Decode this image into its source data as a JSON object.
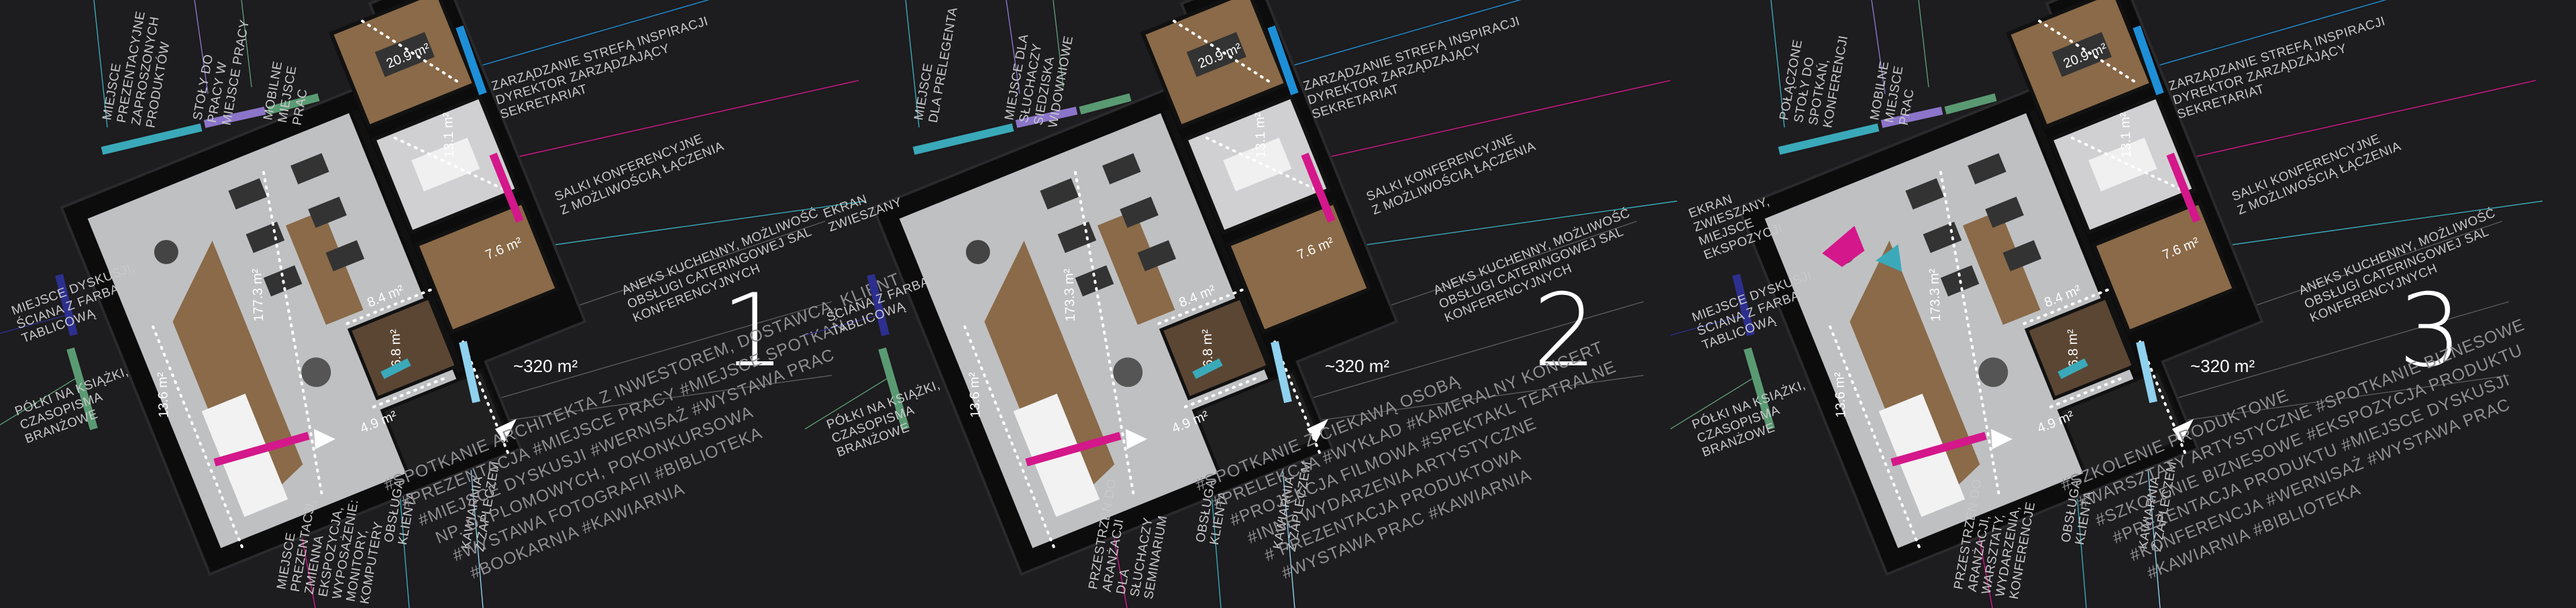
{
  "colors": {
    "background": "#1d1c1e",
    "blue": "#1e8fd6",
    "magenta": "#d4178a",
    "teal": "#3aa9b9",
    "green": "#5a9a73",
    "violet": "#8b75c9",
    "navy": "#2d2f8e",
    "lightblue": "#8fd1ee"
  },
  "plans": [
    {
      "number": "1",
      "total_area": "~320 m²",
      "rooms": {
        "r1": "20.9 m²",
        "r2": "8.4 m²",
        "r3": "13.1 m²",
        "r4": "7.6 m²",
        "r5": "4.9 m²",
        "r6": "6.8 m²",
        "r7": "13.6 m²",
        "r8": "177.3 m²"
      },
      "labels": {
        "zarzadzanie": [
          "ZARZĄDZANIE STREFĄ INSPIRACJI",
          "DYREKTOR ZARZĄDZAJĄCY",
          "SEKRETARIAT"
        ],
        "salki": [
          "SALKI KONFERENCYJNE",
          "Z MOŻLIWOŚCIĄ ŁĄCZENIA"
        ],
        "aneks": [
          "ANEKS KUCHENNY, MOŻLIWOŚĆ",
          "OBSŁUGI CATERINGOWEJ SAL",
          "KONFERENCYJNYCH"
        ],
        "left1": [
          "MIEJSCE DYSKUSJI,",
          "ŚCIANA Z FARBĄ",
          "TABLICOWĄ"
        ],
        "left2": [
          "PÓŁKI NA KSIĄŻKI,",
          "CZASOPISMA",
          "BRANŻOWE"
        ],
        "top1": [
          "MIEJSCE",
          "PREZENTACYJNE",
          "ZAPROSZONYCH",
          "PRODUKTÓW"
        ],
        "top2": [
          "STOŁY DO",
          "PRACY W",
          "MIEJSCE PRACY"
        ],
        "top3": [
          "MOBILNE",
          "MIEJSCE",
          "PRAC"
        ],
        "bottom1": [
          "MIEJSCE",
          "PREZENTACJI,",
          "ZMIENNA",
          "EKSPOZYCJA,",
          "WYPOSAŻENIE:",
          "MONITORY,",
          "KOMPUTERY"
        ],
        "bottom2": [
          "OBSŁUGA",
          "KLIENTA"
        ],
        "bottom3": [
          "KAWIARNIA",
          "Z ZAPLECZEM"
        ]
      },
      "tags": [
        "#SPOTKANIE ARCHITEKTA Z INWESTOREM, DOSTAWCĄ, KLIENTEM",
        "#PREZENTACJA   #MIEJSCE PRACY   #MIEJSCE SPOTKAŃ",
        "#MIEJSCE DYSKUSJI   #WERNISAŻ   #WYSTAWA PRAC",
        "NP. DYPLOMOWYCH, POKONKURSOWA",
        "#WYSTAWA FOTOGRAFII   #BIBLIOTEKA",
        "#BOOKARNIA   #KAWIARNIA"
      ]
    },
    {
      "number": "2",
      "total_area": "~320 m²",
      "rooms": {
        "r1": "20.9 m²",
        "r2": "8.4 m²",
        "r3": "13.1 m²",
        "r4": "7.6 m²",
        "r5": "4.9 m²",
        "r6": "6.8 m²",
        "r7": "13.6 m²",
        "r8": "173.3 m²"
      },
      "labels": {
        "zarzadzanie": [
          "ZARZĄDZANIE STREFĄ INSPIRACJI",
          "DYREKTOR ZARZĄDZAJĄCY",
          "SEKRETARIAT"
        ],
        "salki": [
          "SALKI KONFERENCYJNE",
          "Z MOŻLIWOŚCIĄ ŁĄCZENIA"
        ],
        "aneks": [
          "ANEKS KUCHENNY, MOŻLIWOŚĆ",
          "OBSŁUGI CATERINGOWEJ SAL",
          "KONFERENCYJNYCH"
        ],
        "left1": [
          "EKRAN",
          "ZWIESZANY"
        ],
        "left2": [
          "ŚCIANA Z FARBĄ",
          "TABLICOWĄ"
        ],
        "left3": [
          "PÓŁKI NA KSIĄŻKI,",
          "CZASOPISMA",
          "BRANŻOWE"
        ],
        "top1": [
          "MIEJSCE",
          "DLA PRELEGENTA"
        ],
        "top2": [
          "MIEJSCE DLA",
          "SŁUCHACZY",
          "SIEDZISKA",
          "WIDOWNIOWE"
        ],
        "bottom1": [
          "PRZESTRZEŃ DO",
          "ARANŻACJI",
          "DLA",
          "SŁUCHACZY",
          "SEMINARIUM"
        ],
        "bottom2": [
          "OBSŁUGA",
          "KLIENTA"
        ],
        "bottom3": [
          "KAWIARNIA",
          "Z ZAPLECZEM"
        ]
      },
      "tags": [
        "#SPOTKANIE Z CIEKAWĄ OSOBĄ",
        "#PRELEKCJA   #WYKŁAD   #KAMERALNY KONCERT",
        "#PROJEKCJA FILMOWA   #SPEKTAKL TEATRALNE",
        "#INNE WYDARZENIA ARTYSTYCZNE",
        "# PREZENTACJA PRODUKTOWA",
        "#WYSTAWA PRAC   #KAWIARNIA"
      ]
    },
    {
      "number": "3",
      "total_area": "~320 m²",
      "rooms": {
        "r1": "20.9 m²",
        "r2": "8.4 m²",
        "r3": "13.1 m²",
        "r4": "7.6 m²",
        "r5": "4.9 m²",
        "r6": "6.8 m²",
        "r7": "13.6 m²",
        "r8": "173.3 m²"
      },
      "labels": {
        "zarzadzanie": [
          "ZARZĄDZANIE STREFĄ INSPIRACJI",
          "DYREKTOR ZARZĄDZAJĄCY",
          "SEKRETARIAT"
        ],
        "salki": [
          "SALKI KONFERENCYJNE",
          "Z MOŻLIWOŚCIĄ ŁĄCZENIA"
        ],
        "aneks": [
          "ANEKS KUCHENNY, MOŻLIWOŚĆ",
          "OBSŁUGI CATERINGOWEJ SAL",
          "KONFERENCYJNYCH"
        ],
        "left1": [
          "EKRAN",
          "ZWIESZANY,",
          "MIEJSCE",
          "EKSPOZYCJI"
        ],
        "left2": [
          "MIEJSCE DYSKUSJI",
          "ŚCIANA Z FARBĄ",
          "TABLICOWĄ"
        ],
        "left3": [
          "PÓŁKI NA KSIĄŻKI,",
          "CZASOPISMA",
          "BRANŻOWE"
        ],
        "top1": [
          "POŁĄCZONE",
          "STOŁY DO",
          "SPOTKAŃ,",
          "KONFERENCJI"
        ],
        "top2": [
          "MOBILNE",
          "MIEJSCE",
          "PRAC"
        ],
        "bottom1": [
          "PRZESTRZEŃ DO",
          "ARANŻACJI,",
          "WARSZTATY,",
          "WYDARZENIA,",
          "KONFERENCJE"
        ],
        "bottom2": [
          "OBSŁUGA",
          "KLIENTA"
        ],
        "bottom3": [
          "KAWIARNIA",
          "Z ZAPLECZEM"
        ]
      },
      "tags": [
        "#SZKOLENIE PRODUKTOWE",
        "#WARSZTATY ARTYSTYCZNE   #SPOTKANIE BIZNESOWE",
        "#SZKOLENIE BIZNESOWE   #EKSPOZYCJA PRODUKTU",
        "#PREZENTACJA PRODUKTU   #MIEJSCE DYSKUSJI",
        "#KONFERENCJA   #WERNISAŻ   #WYSTAWA PRAC",
        "#KAWIARNIA   #BIBLIOTEKA"
      ]
    }
  ]
}
